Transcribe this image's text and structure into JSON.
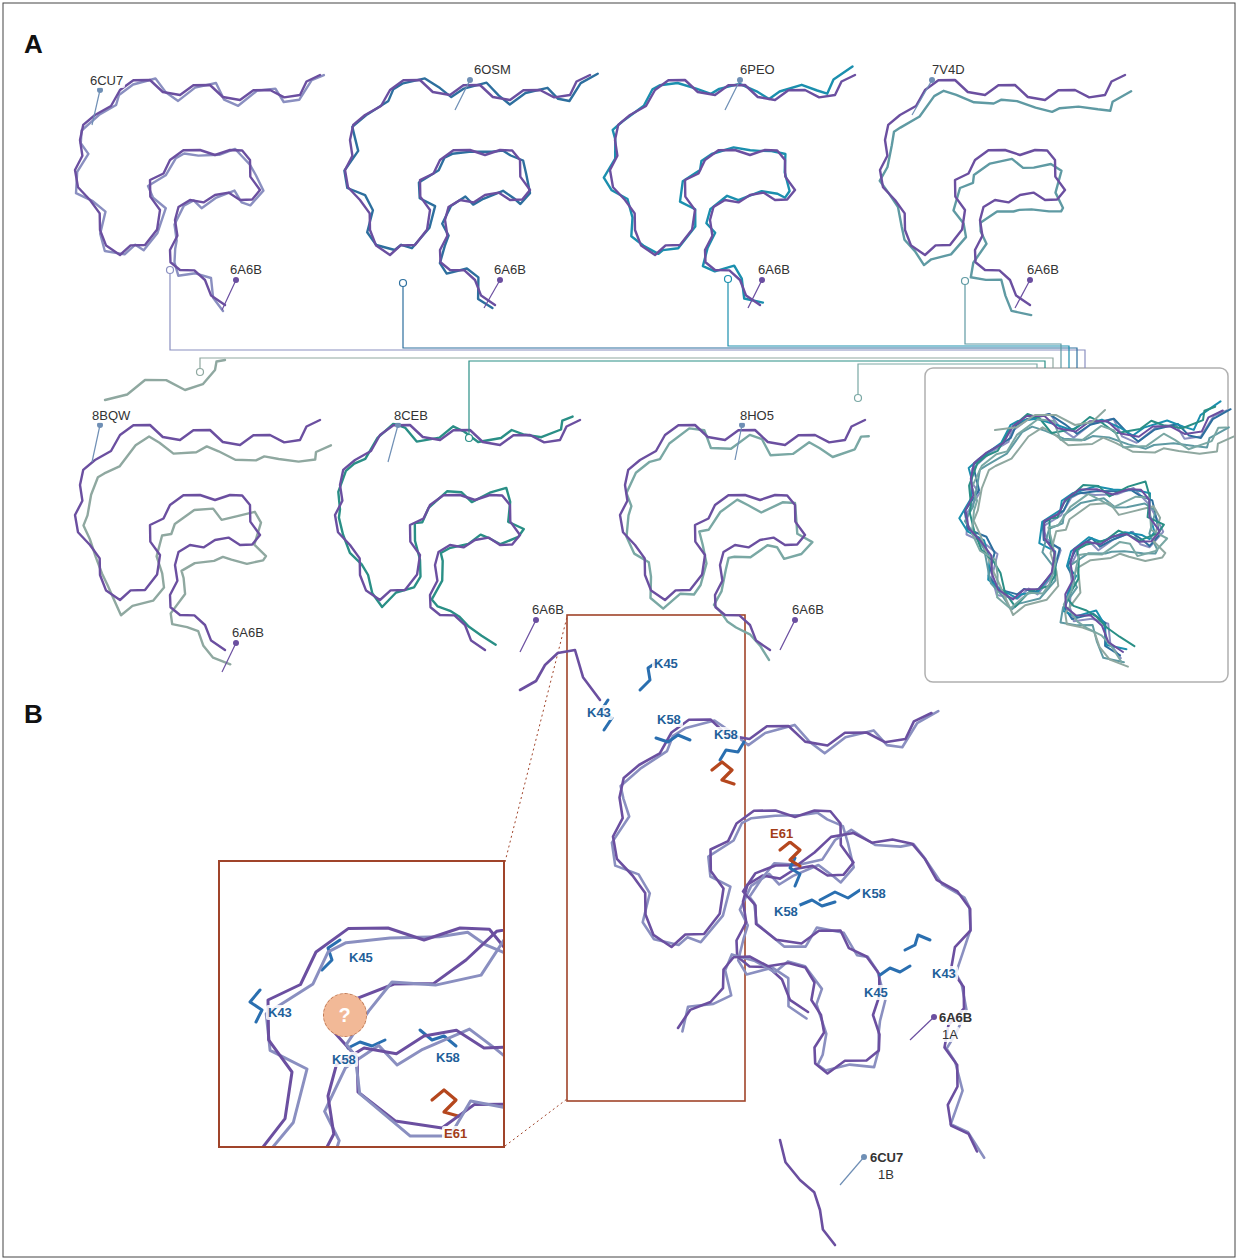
{
  "diagram": {
    "nodes": [
      {
        "text": [
          "K45",
          "K43",
          "K58",
          "K58",
          "E61"
        ]
      },
      {
        "text": [
          "?"
        ],
        "in": 0
      }
    ],
    "labels": [
      "A",
      "B",
      "6CU7",
      "6A6B",
      "6OSM",
      "6A6B",
      "6PEO",
      "6A6B",
      "7V4D",
      "6A6B",
      "8BQW",
      "6A6B",
      "8CEB",
      "6A6B",
      "8HO5",
      "6A6B",
      "E61",
      "K58",
      "K58",
      "K43",
      "K45",
      "K45",
      "K43",
      "K58",
      "K58",
      "6A6B",
      "1A",
      "6CU7",
      "1B"
    ]
  }
}
